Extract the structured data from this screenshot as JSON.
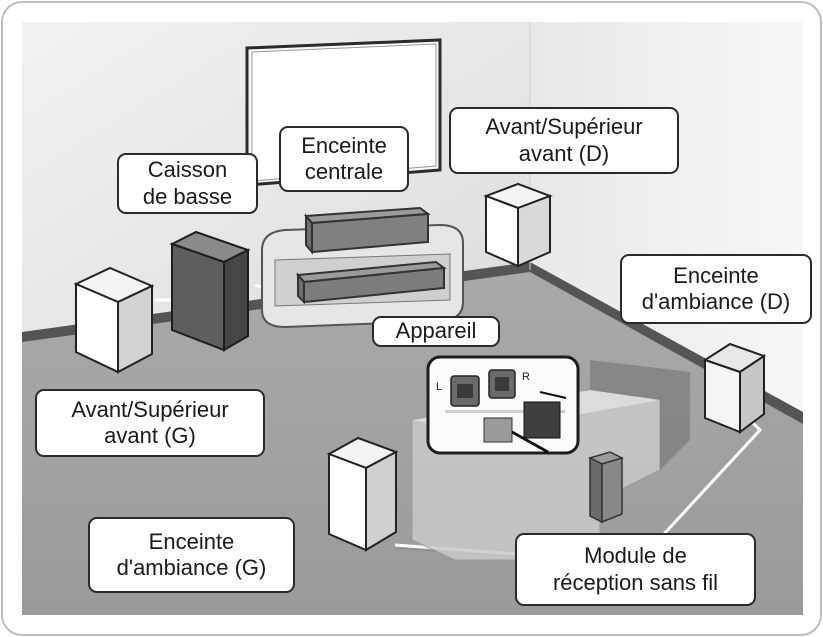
{
  "labels": {
    "caisson_de_basse": "Caisson\nde basse",
    "enceinte_centrale": "Enceinte\ncentrale",
    "avant_superieur_avant_d": "Avant/Supérieur\navant (D)",
    "enceinte_ambiance_d": "Enceinte\nd'ambiance (D)",
    "appareil": "Appareil",
    "avant_superieur_avant_g": "Avant/Supérieur\navant (G)",
    "enceinte_ambiance_g": "Enceinte\nd'ambiance (G)",
    "module_reception": "Module de\nréception sans fil"
  },
  "module_panel": {
    "left_marker": "L",
    "right_marker": "R"
  }
}
